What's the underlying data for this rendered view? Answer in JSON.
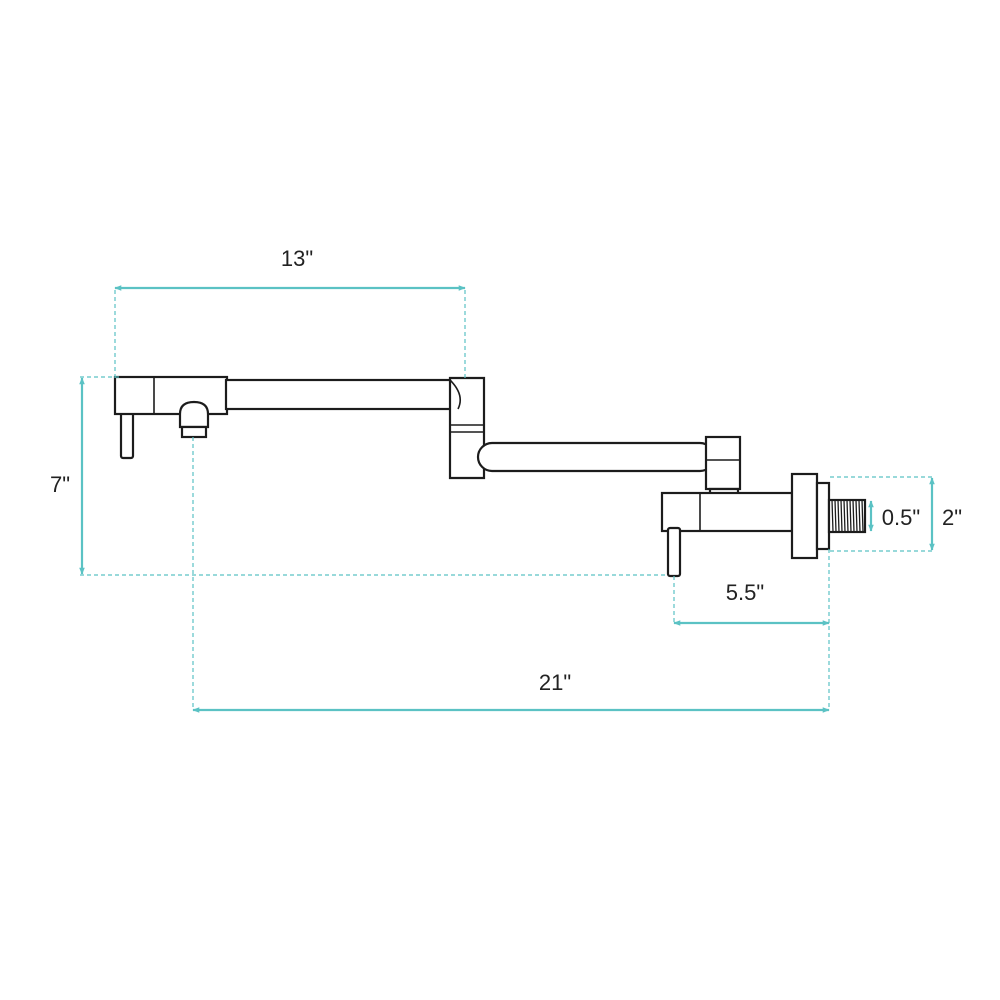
{
  "colors": {
    "dimension": "#5bc2c4",
    "outline": "#1c1c1c",
    "background": "#ffffff"
  },
  "dimensions": {
    "spout_arm_width": "13\"",
    "height": "7\"",
    "mount_depth": "5.5\"",
    "total_reach": "21\"",
    "thread_size": "0.5\"",
    "flange_diameter": "2\""
  }
}
